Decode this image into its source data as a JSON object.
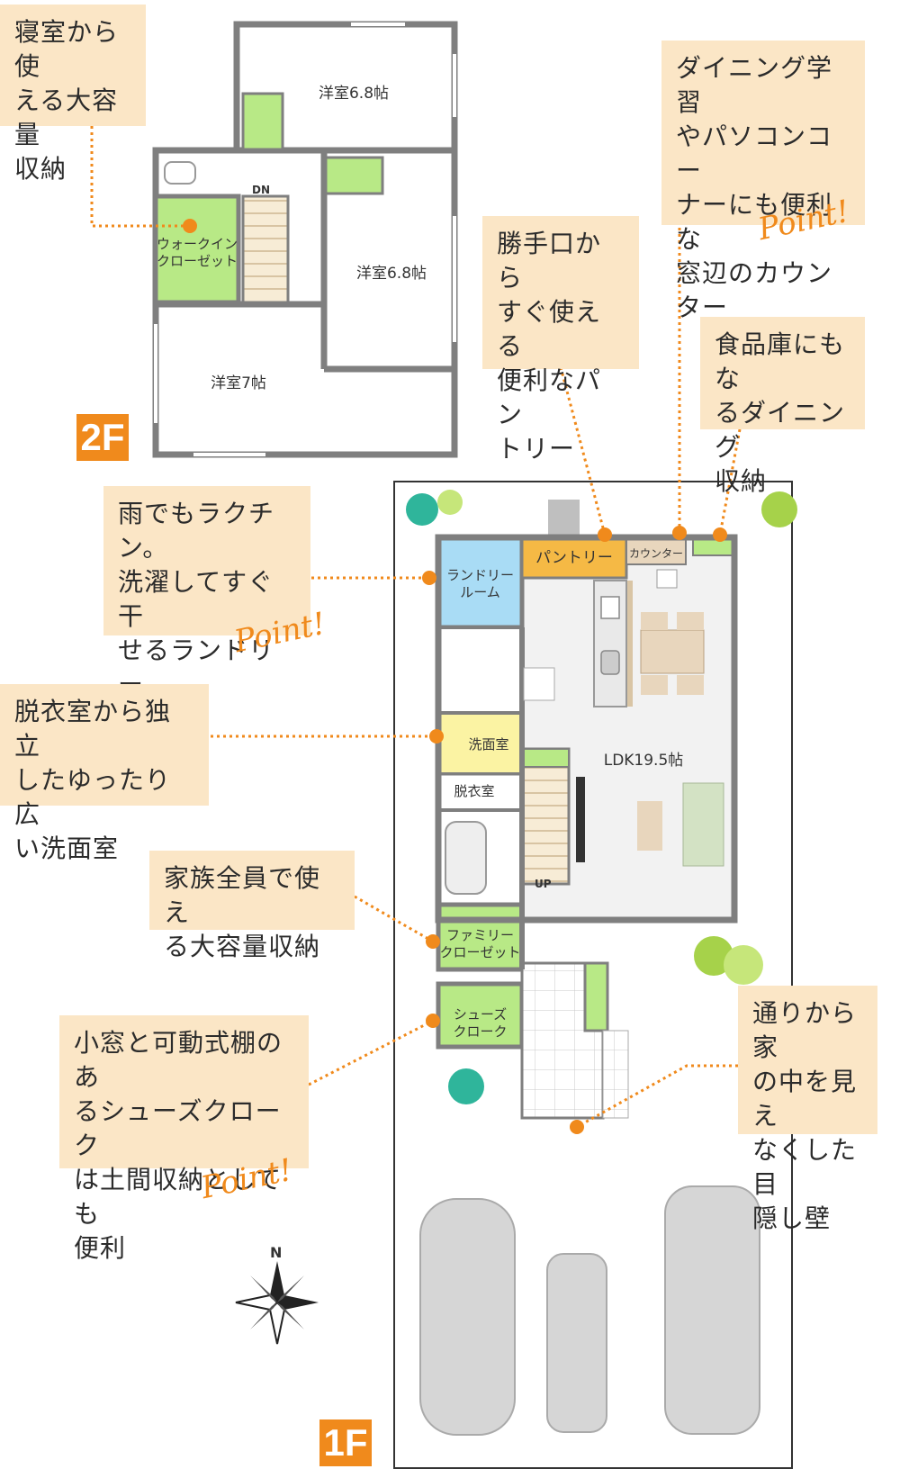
{
  "floors": {
    "second": "2F",
    "first": "1F"
  },
  "compass_label": "N",
  "point_label": "Point!",
  "rooms_2f": {
    "bedroom_top": "洋室6.8帖",
    "bedroom_right": "洋室6.8帖",
    "bedroom_bottom": "洋室7帖",
    "walk_in_closet": "ウォークイン\nクローゼット",
    "stair_dn": "DN"
  },
  "rooms_1f": {
    "laundry": "ランドリー\nルーム",
    "pantry": "パントリー",
    "counter": "カウンター",
    "ldk": "LDK19.5帖",
    "washroom": "洗面室",
    "dressing": "脱衣室",
    "family_closet": "ファミリー\nクローゼット",
    "shoes_closet": "シューズ\nクローク",
    "stair_up": "UP"
  },
  "notes": {
    "walk_in": "寝室から使\nえる大容量\n収納",
    "dining_counter": "ダイニング学習\nやパソコンコー\nナーにも便利な\n窓辺のカウン\nター",
    "pantry": "勝手口から\nすぐ使える\n便利なパン\nトリー",
    "dining_storage": "食品庫にもな\nるダイニング\n収納",
    "laundry": "雨でもラクチン。\n洗濯してすぐ干\nせるランドリー\nルーム",
    "washroom": "脱衣室から独立\nしたゆったり広\nい洗面室",
    "family_closet": "家族全員で使え\nる大容量収納",
    "shoes": "小窓と可動式棚のあ\nるシューズクローク\nは土間収納としても\n便利",
    "screen_wall": "通りから家\nの中を見え\nなくした目\n隠し壁"
  },
  "colors": {
    "accent": "#f08a1c",
    "note_bg": "#fbe6c6",
    "closet_green": "#b8e986",
    "laundry_blue": "#a9dcf5",
    "pantry_orange": "#f5b945",
    "wash_yellow": "#fbf3a3",
    "floor_gray": "#f2f2f2",
    "wall": "#8a8a8a"
  }
}
